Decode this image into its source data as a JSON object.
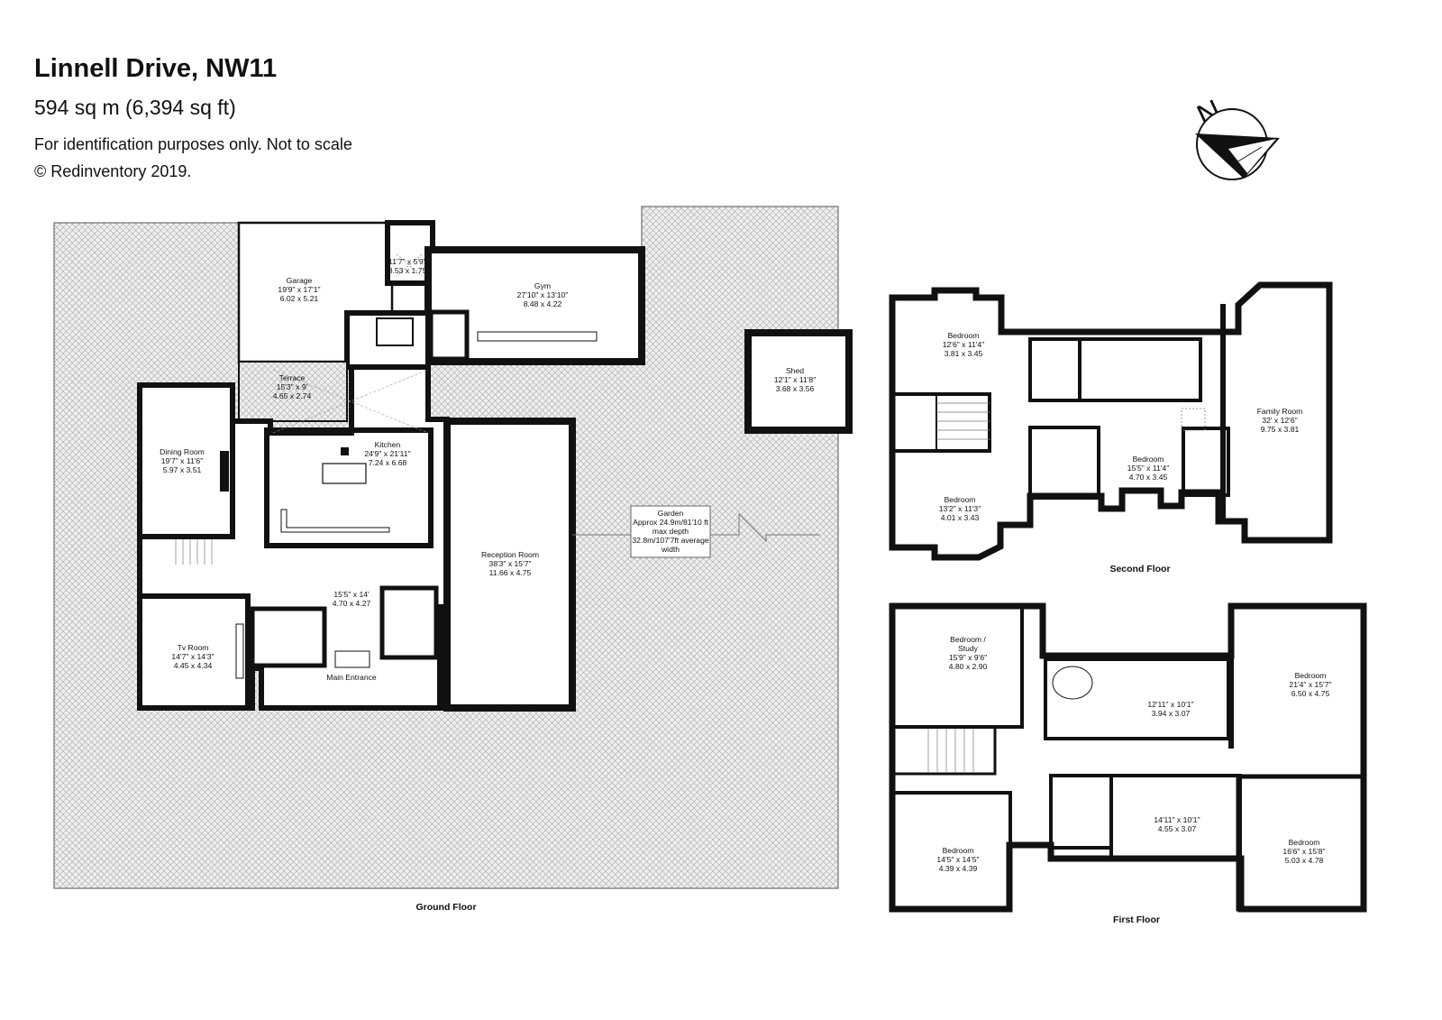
{
  "header": {
    "title": "Linnell Drive, NW11",
    "area": "594 sq m (6,394 sq ft)",
    "note": "For identification purposes only. Not to scale",
    "copyright": "© Redinventory 2019."
  },
  "compass": {
    "letter": "N"
  },
  "floors": {
    "ground": "Ground Floor",
    "second": "Second Floor",
    "first": "First Floor"
  },
  "ground_rooms": {
    "garage": {
      "name": "Garage",
      "imperial": "19'9\" x 17'1\"",
      "metric": "6.02 x 5.21"
    },
    "store": {
      "imperial": "11'7\" x 5'9\"",
      "metric": "3.53 x 1.75"
    },
    "gym": {
      "name": "Gym",
      "imperial": "27'10\" x 13'10\"",
      "metric": "8.48 x 4.22"
    },
    "shed": {
      "name": "Shed",
      "imperial": "12'1\" x 11'8\"",
      "metric": "3.68 x 3.56"
    },
    "terrace": {
      "name": "Terrace",
      "imperial": "15'3\" x 9'",
      "metric": "4.65 x 2.74"
    },
    "dining": {
      "name": "Dining Room",
      "imperial": "19'7\" x 11'6\"",
      "metric": "5.97 x 3.51"
    },
    "kitchen": {
      "name": "Kitchen",
      "imperial": "24'9\" x 21'11\"",
      "metric": "7.24 x 6.68"
    },
    "hall": {
      "imperial": "15'5\" x 14'",
      "metric": "4.70 x 4.27"
    },
    "tv": {
      "name": "Tv Room",
      "imperial": "14'7\" x 14'3\"",
      "metric": "4.45 x 4.34"
    },
    "reception": {
      "name": "Reception Room",
      "imperial": "38'3\" x 15'7\"",
      "metric": "11.66 x 4.75"
    },
    "entrance": {
      "name": "Main Entrance"
    },
    "garden": {
      "name": "Garden",
      "line1": "Approx 24.9m/81'10 ft",
      "line2": "max depth",
      "line3": "32.8m/107'7ft average",
      "line4": "width"
    }
  },
  "second_rooms": {
    "bed_a": {
      "name": "Bedroom",
      "imperial": "12'6\" x 11'4\"",
      "metric": "3.81 x 3.45"
    },
    "bed_b": {
      "name": "Bedroom",
      "imperial": "13'2\" x 11'3\"",
      "metric": "4.01 x 3.43"
    },
    "bed_c": {
      "name": "Bedroom",
      "imperial": "15'5\" x 11'4\"",
      "metric": "4.70 x 3.45"
    },
    "family": {
      "name": "Family Room",
      "imperial": "32' x 12'6\"",
      "metric": "9.75 x 3.81"
    }
  },
  "first_rooms": {
    "study": {
      "name": "Bedroom /",
      "name2": "Study",
      "imperial": "15'9\" x 9'6\"",
      "metric": "4.80 x 2.90"
    },
    "dress": {
      "imperial": "12'11\" x 10'1\"",
      "metric": "3.94 x 3.07"
    },
    "bed_master": {
      "name": "Bedroom",
      "imperial": "21'4\" x 15'7\"",
      "metric": "6.50 x 4.75"
    },
    "landing": {
      "imperial": "14'11\" x 10'1\"",
      "metric": "4.55 x 3.07"
    },
    "bed_sw": {
      "name": "Bedroom",
      "imperial": "14'5\" x 14'5\"",
      "metric": "4.39 x 4.39"
    },
    "bed_se": {
      "name": "Bedroom",
      "imperial": "16'6\" x 15'8\"",
      "metric": "5.03 x 4.78"
    }
  }
}
